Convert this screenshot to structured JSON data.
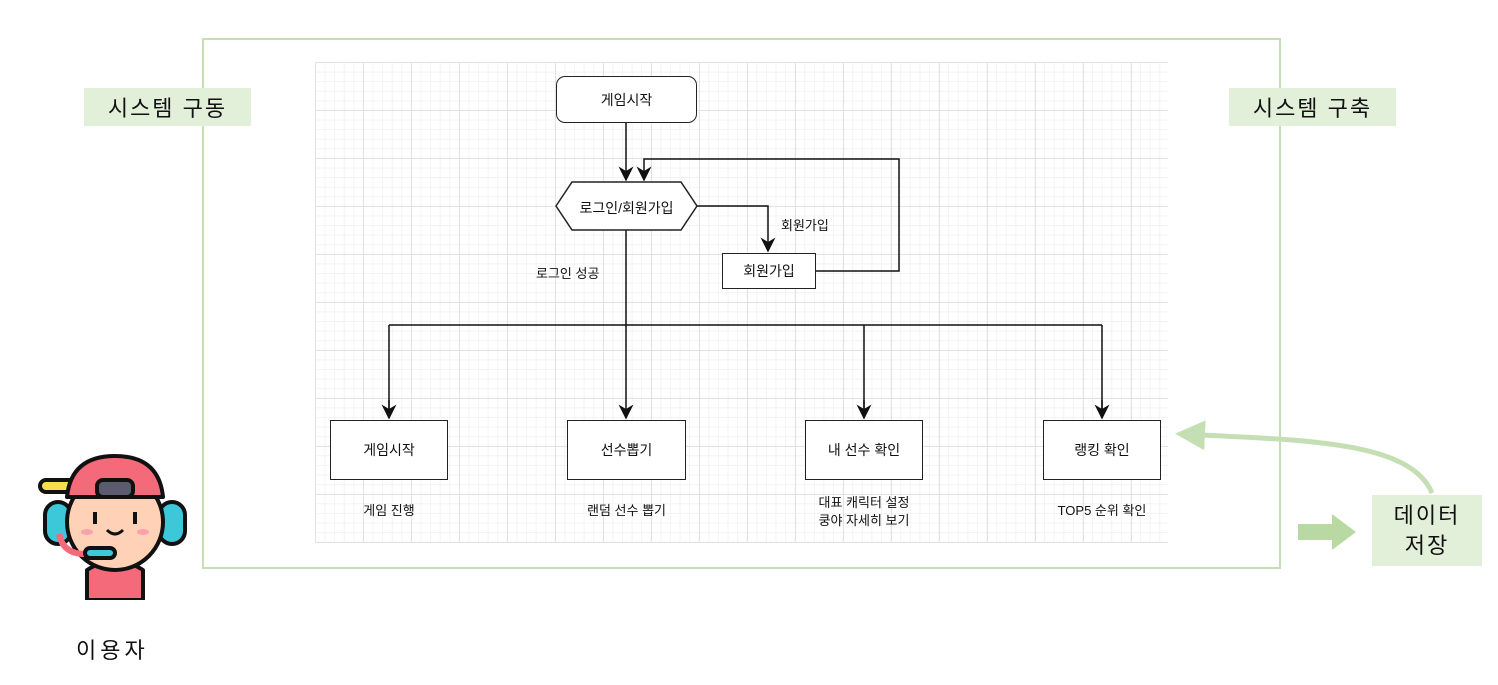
{
  "tags": {
    "left": "시스템 구동",
    "right": "시스템 구축",
    "storage_line1": "데이터",
    "storage_line2": "저장"
  },
  "user": {
    "label": "이용자"
  },
  "flow": {
    "start": "게임시작",
    "decision": "로그인/회원가입",
    "signup_edge": "회원가입",
    "signup_node": "회원가입",
    "login_success": "로그인 성공",
    "menus": [
      {
        "title": "게임시작",
        "desc": [
          "게임 진행"
        ]
      },
      {
        "title": "선수뽑기",
        "desc": [
          "랜덤 선수 뽑기"
        ]
      },
      {
        "title": "내 선수 확인",
        "desc": [
          "대표 캐릭터 설정",
          "쿵야 자세히 보기"
        ]
      },
      {
        "title": "랭킹 확인",
        "desc": [
          "TOP5 순위 확인"
        ]
      }
    ]
  },
  "colors": {
    "frame": "#c5dfb4",
    "tag_bg": "#e2efd9",
    "arrow_green": "#c5dfb4"
  }
}
